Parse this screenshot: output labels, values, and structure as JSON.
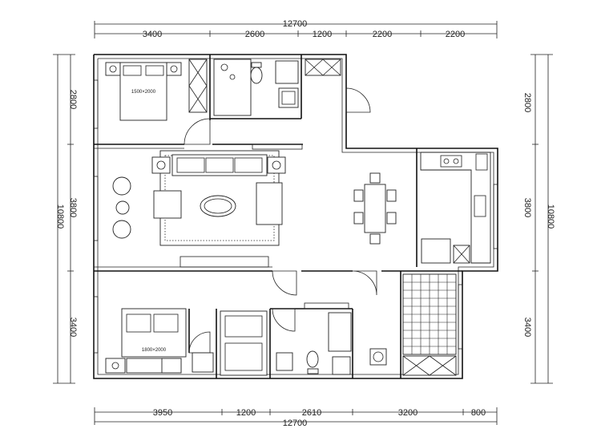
{
  "dimensions": {
    "top": {
      "total": "12700",
      "segments": [
        "3400",
        "2600",
        "1200",
        "2200",
        "2200"
      ]
    },
    "bottom": {
      "total": "12700",
      "segments": [
        "3950",
        "1200",
        "2610",
        "3200",
        "800"
      ]
    },
    "left": {
      "total": "10800",
      "segments": [
        "2800",
        "3800",
        "3400"
      ]
    },
    "right": {
      "total": "10800",
      "segments": [
        "2800",
        "3800",
        "3400"
      ]
    }
  },
  "labels": {
    "bed_small": "1500×2000",
    "bed_master": "1800×2000"
  }
}
